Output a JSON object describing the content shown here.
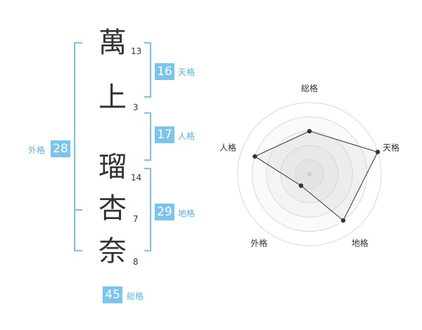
{
  "name_chars": [
    {
      "char": "萬",
      "strokes": "13"
    },
    {
      "char": "上",
      "strokes": "3"
    },
    {
      "char": "瑠",
      "strokes": "14"
    },
    {
      "char": "杏",
      "strokes": "7"
    },
    {
      "char": "奈",
      "strokes": "8"
    }
  ],
  "kakusu": {
    "tenkaku": {
      "value": "16",
      "label": "天格"
    },
    "jinkaku": {
      "value": "17",
      "label": "人格"
    },
    "chikaku": {
      "value": "29",
      "label": "地格"
    },
    "gaikaku": {
      "value": "28",
      "label": "外格"
    },
    "soukaku": {
      "value": "45",
      "label": "総格"
    }
  },
  "colors": {
    "accent": "#7cc4ec",
    "label": "#5ab4e5",
    "text": "#333333"
  },
  "chart_data": {
    "type": "radar",
    "axes": [
      "総格",
      "天格",
      "地格",
      "外格",
      "人格"
    ],
    "rings": 5,
    "max": 5,
    "values": [
      3,
      5,
      4,
      1,
      4
    ]
  }
}
